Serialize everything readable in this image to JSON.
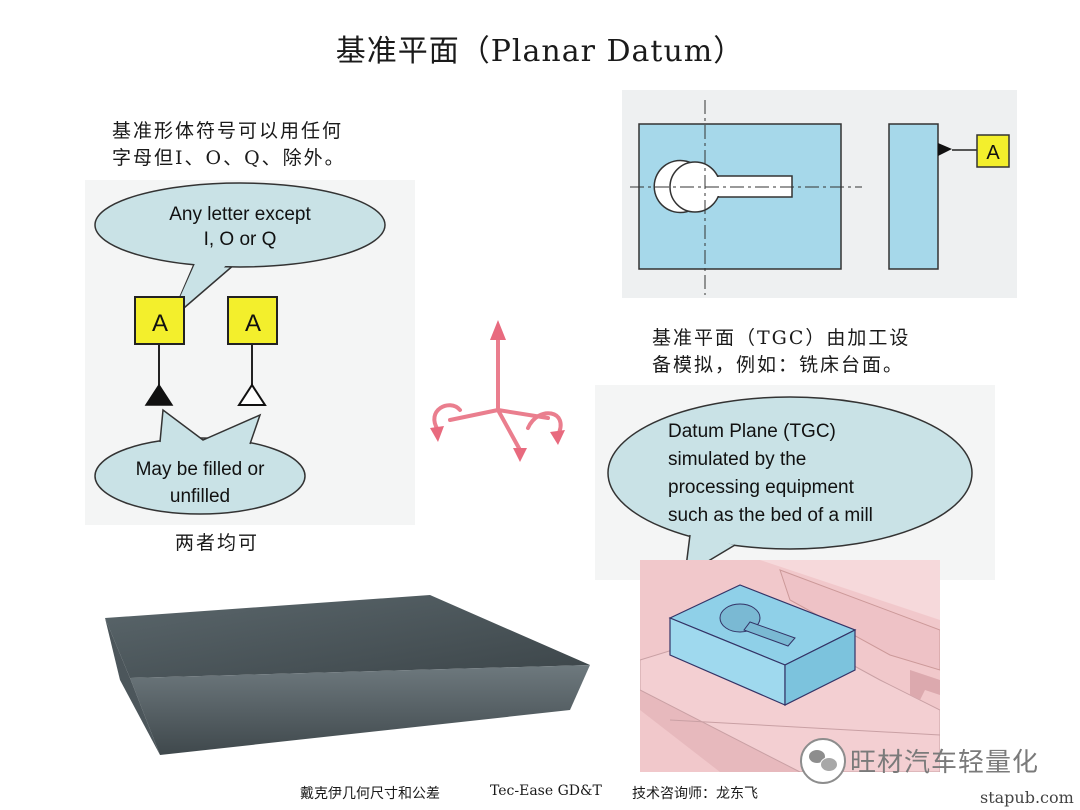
{
  "slide": {
    "title": "基准平面（Planar Datum）",
    "left_note_line1": "基准形体符号可以用任何",
    "left_note_line2": "字母但I、O、Q、除外。",
    "bubble_top_line1": "Any letter except",
    "bubble_top_line2": "I, O or Q",
    "datum_letter": "A",
    "bubble_bottom_line1": "May be filled or",
    "bubble_bottom_line2": "unfilled",
    "both_ok": "两者均可",
    "right_note_line1": "基准平面（TGC）由加工设",
    "right_note_line2": "备模拟，例如：铣床台面。",
    "bubble_right_lines": [
      "Datum Plane (TGC)",
      "simulated by the",
      "processing equipment",
      "such as the bed of a mill"
    ],
    "footer": {
      "left": "戴克伊几何尺寸和公差",
      "middle": "Tec-Ease GD&T",
      "right": "技术咨询师：龙东飞"
    },
    "watermark": "旺材汽车轻量化",
    "site": "stapub.com"
  },
  "colors": {
    "bubble_fill": "#c9e2e6",
    "part_blue": "#a6d8ea",
    "datum_yellow": "#f3ef2c",
    "arrow_pink": "#ea7e8e",
    "mill_pink": "#e7b9bd",
    "plate_gray": "#4a5459"
  }
}
